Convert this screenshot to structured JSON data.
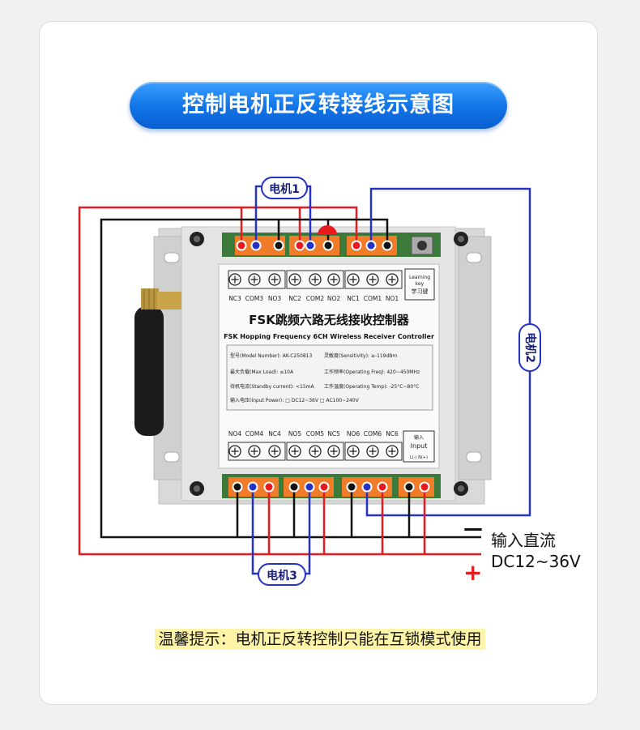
{
  "title": "控制电机正反转接线示意图",
  "tip": "温馨提示：电机正反转控制只能在互锁模式使用",
  "motors": {
    "m1": "电机1",
    "m2": "电机2",
    "m3": "电机3"
  },
  "device": {
    "title_cn": "FSK跳频六路无线接收控制器",
    "title_en": "FSK Hopping Frequency 6CH Wireless Receiver Controller",
    "top_labels": [
      "NC3",
      "COM3",
      "NO3",
      "NC2",
      "COM2",
      "NO2",
      "NC1",
      "COM1",
      "NO1"
    ],
    "bottom_labels": [
      "NO4",
      "COM4",
      "NC4",
      "NO5",
      "COM5",
      "NC5",
      "NO6",
      "COM6",
      "NC6"
    ],
    "learning_key": {
      "en1": "Learning",
      "en2": "key",
      "cn": "学习键"
    },
    "input_box": {
      "cn": "输入",
      "en": "Input",
      "pins": "L(-)    N(+)"
    },
    "specs": {
      "model": "型号(Model Number): AK-C250813",
      "sensitivity": "灵敏度(Sensitivity): ≥-119dBm",
      "max_load": "最大负载(Max Load): ≤10A",
      "freq": "工作频率(Operating Freq): 420~450MHz",
      "standby": "待机电流(Standby current): <15mA",
      "temp": "工作温度(Operating Temp): -25°C~80°C",
      "power": "输入电压(Input Power): □ DC12~36V  □ AC100~240V"
    }
  },
  "power": {
    "minus": "—",
    "plus": "+",
    "label1": "输入直流",
    "label2": "DC12~36V"
  },
  "colors": {
    "red": "#e8191f",
    "blue": "#2432c8",
    "black": "#111111",
    "orange": "#f07c2a",
    "banner": "#1173e6"
  }
}
